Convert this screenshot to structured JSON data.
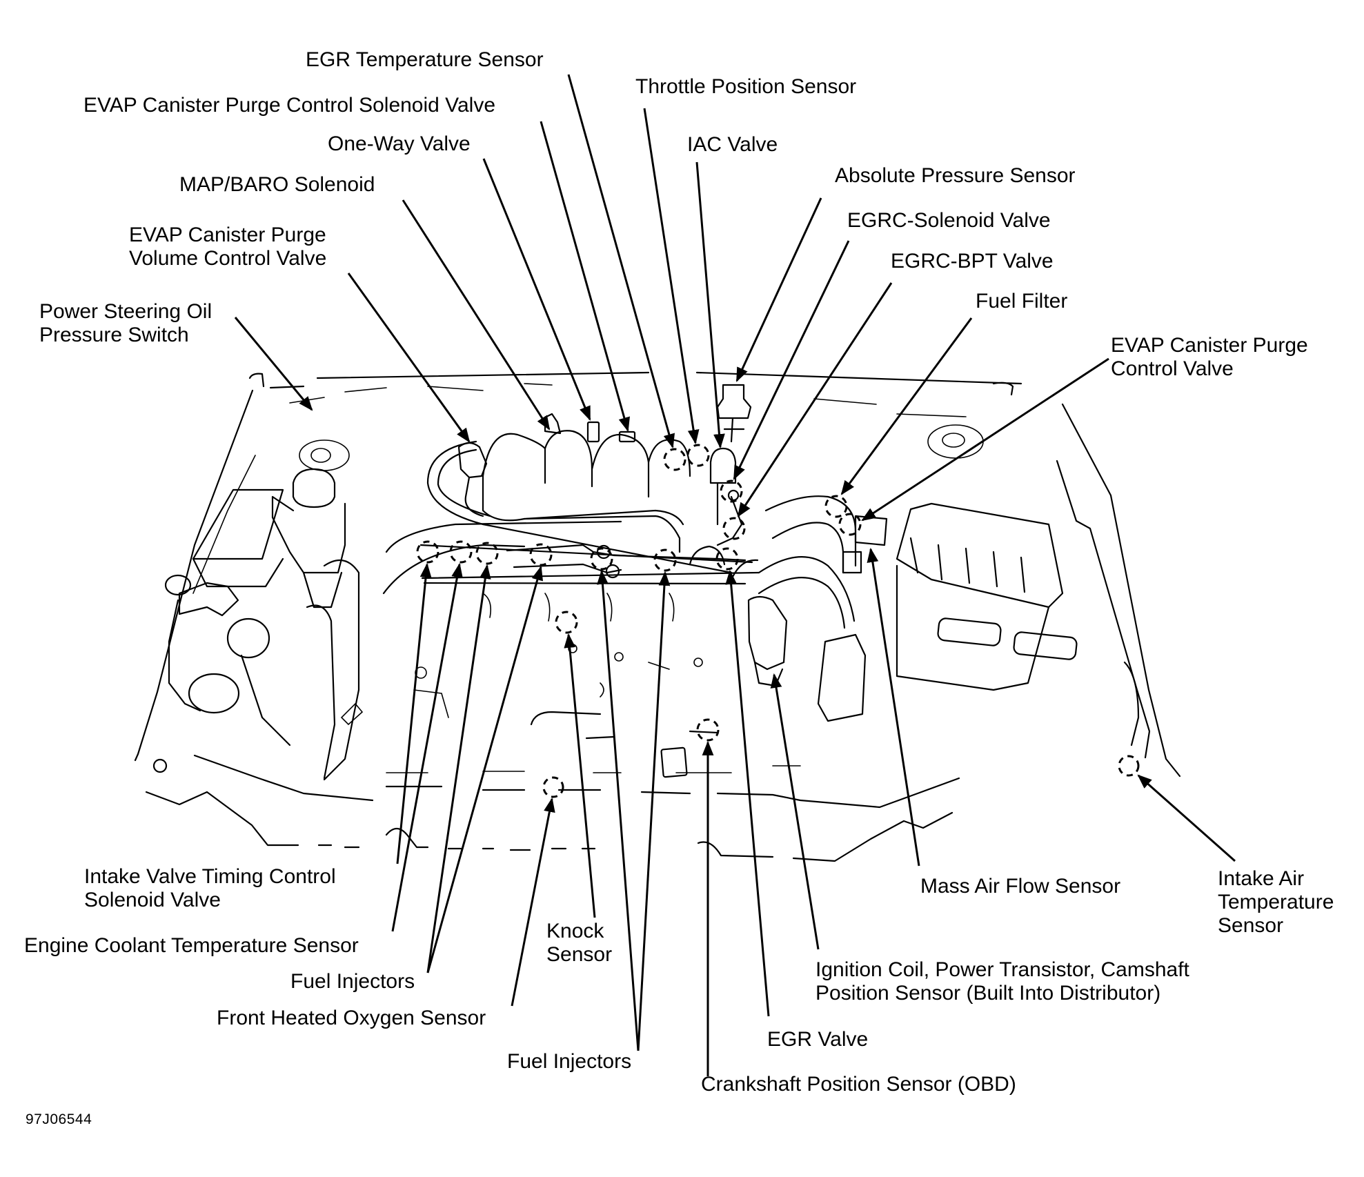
{
  "figure": {
    "type": "engine-compartment-component-locator",
    "code": "97J06544"
  },
  "labels": [
    {
      "id": "egr-temperature-sensor",
      "text": "EGR Temperature Sensor"
    },
    {
      "id": "evap-canister-purge-control-solenoid-valve",
      "text": "EVAP Canister Purge Control Solenoid Valve"
    },
    {
      "id": "one-way-valve",
      "text": "One-Way Valve"
    },
    {
      "id": "map-baro-solenoid",
      "text": "MAP/BARO Solenoid"
    },
    {
      "id": "evap-canister-purge-volume-control-valve",
      "lines": [
        "EVAP Canister Purge",
        "Volume Control Valve"
      ]
    },
    {
      "id": "power-steering-oil-pressure-switch",
      "lines": [
        "Power Steering Oil",
        "Pressure Switch"
      ]
    },
    {
      "id": "throttle-position-sensor",
      "text": "Throttle Position Sensor"
    },
    {
      "id": "iac-valve",
      "text": "IAC Valve"
    },
    {
      "id": "absolute-pressure-sensor",
      "text": "Absolute Pressure Sensor"
    },
    {
      "id": "egrc-solenoid-valve",
      "text": "EGRC-Solenoid Valve"
    },
    {
      "id": "egrc-bpt-valve",
      "text": "EGRC-BPT Valve"
    },
    {
      "id": "fuel-filter",
      "text": "Fuel Filter"
    },
    {
      "id": "evap-canister-purge-control-valve",
      "lines": [
        "EVAP Canister Purge",
        "Control Valve"
      ]
    },
    {
      "id": "intake-valve-timing-control-solenoid-valve",
      "lines": [
        "Intake Valve Timing Control",
        "Solenoid Valve"
      ]
    },
    {
      "id": "engine-coolant-temperature-sensor",
      "text": "Engine Coolant Temperature Sensor"
    },
    {
      "id": "fuel-injectors-left",
      "text": "Fuel Injectors"
    },
    {
      "id": "front-heated-oxygen-sensor",
      "text": "Front Heated Oxygen Sensor"
    },
    {
      "id": "knock-sensor",
      "lines": [
        "Knock",
        "Sensor"
      ]
    },
    {
      "id": "fuel-injectors-center",
      "text": "Fuel Injectors"
    },
    {
      "id": "crankshaft-position-sensor",
      "text": "Crankshaft Position Sensor (OBD)"
    },
    {
      "id": "egr-valve",
      "text": "EGR Valve"
    },
    {
      "id": "ignition-coil",
      "lines": [
        "Ignition Coil, Power Transistor, Camshaft",
        "Position Sensor (Built Into Distributor)"
      ]
    },
    {
      "id": "mass-air-flow-sensor",
      "text": "Mass Air Flow Sensor"
    },
    {
      "id": "intake-air-temperature-sensor",
      "lines": [
        "Intake Air",
        "Temperature",
        "Sensor"
      ]
    }
  ]
}
